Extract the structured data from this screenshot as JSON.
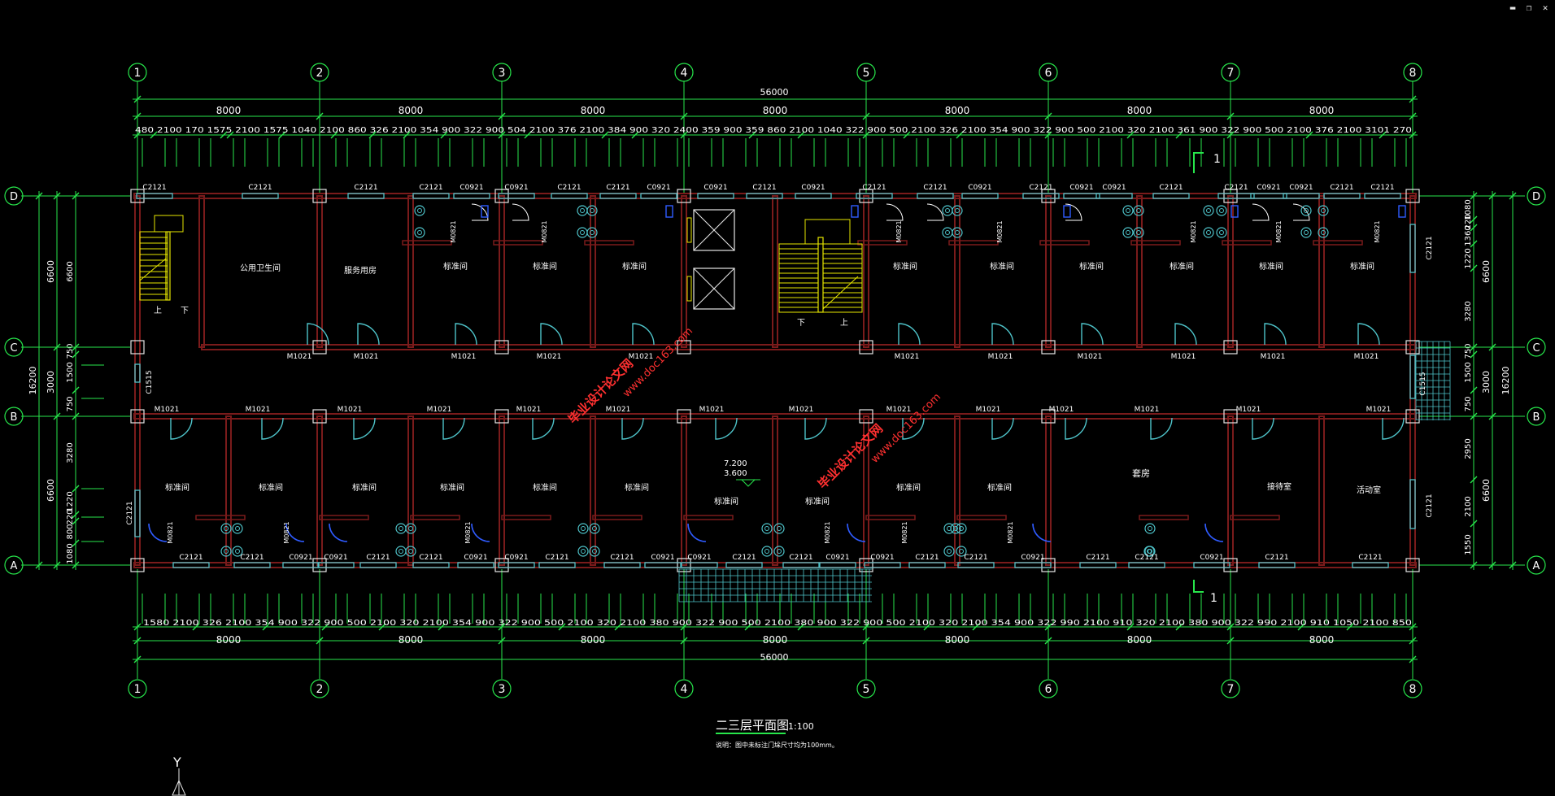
{
  "window": {
    "minimize_glyph": "▬",
    "restore_glyph": "❐",
    "close_glyph": "✕"
  },
  "colors": {
    "background": "#000000",
    "dim": "#27e64b",
    "axis": "#27e64b",
    "wall": "#7a1b1b",
    "window": "#4ec3c9",
    "text": "#ffffff",
    "column": "#e6e6e6",
    "watermark": "#ff3030"
  },
  "axes": {
    "columns": [
      "1",
      "2",
      "3",
      "4",
      "5",
      "6",
      "7",
      "8"
    ],
    "rows": [
      "D",
      "C",
      "B",
      "A"
    ]
  },
  "dimensions": {
    "overall_top": "56000",
    "overall_bottom": "56000",
    "bays_top": [
      "8000",
      "8000",
      "8000",
      "8000",
      "8000",
      "8000",
      "8000"
    ],
    "bays_bottom": [
      "8000",
      "8000",
      "8000",
      "8000",
      "8000",
      "8000",
      "8000"
    ],
    "detail_top": "480 2100 170 1575 2100 1575 1040 2100 860 326 2100 354 900 322 900 504 2100 376 2100 384 900 320 2400 359 900 359 860 2100 1040 322 900 500 2100 326 2100 354 900 322 900 500 2100 320 2100 361 900 322 900 500 2100 376 2100 3101 270",
    "detail_bottom": "1580 2100 326 2100 354 900 322 900 500 2100 320 2100 354 900 322 900 500 2100 320 2100 380 900 322 900 500 2100 380 900 322 900 500 2100 320 2100 354 900 322 990 2100 910 320 2100 380 900 322 990 2100 910 1050 2100 850",
    "left_outer": [
      "16200"
    ],
    "left_mid": [
      "6600",
      "3000",
      "6600"
    ],
    "left_inner": [
      "6600",
      "750",
      "1500",
      "750",
      "3280",
      "1220",
      "220",
      "800",
      "1080"
    ],
    "right_outer": [
      "16200"
    ],
    "right_mid": [
      "6600",
      "3000",
      "6600"
    ],
    "right_inner": [
      "1080",
      "220",
      "1360",
      "1220",
      "3280",
      "750",
      "1500",
      "750",
      "2950",
      "2100",
      "1550"
    ]
  },
  "window_tags": {
    "top": [
      "C2121",
      "C2121",
      "C2121",
      "C2121",
      "C0921",
      "C0921",
      "C2121",
      "C2121",
      "C0921",
      "C0921",
      "C2121",
      "C0921",
      "C2121",
      "C2121",
      "C0921",
      "C2121",
      "C0921",
      "C0921",
      "C2121",
      "C2121",
      "C0921",
      "C0921",
      "C2121",
      "C2121"
    ],
    "bottom": [
      "C2121",
      "C2121",
      "C0921",
      "C0921",
      "C2121",
      "C2121",
      "C0921",
      "C0921",
      "C2121",
      "C2121",
      "C0921",
      "C0921",
      "C2121",
      "C2121",
      "C0921",
      "C0921",
      "C2121",
      "C2121",
      "C0921",
      "C2121",
      "C2121",
      "C0921",
      "C2121",
      "C2121"
    ],
    "sides": [
      "C1515",
      "C2121",
      "C2121",
      "C2121",
      "C1515"
    ]
  },
  "door_tags": {
    "corridor_north": [
      "M1021",
      "M1021",
      "M1021",
      "M1021",
      "M1021",
      "M1021",
      "M1021",
      "M1021",
      "M1021",
      "M1021",
      "M1021"
    ],
    "corridor_south": [
      "M1021",
      "M1021",
      "M1021",
      "M1021",
      "M1021",
      "M1021",
      "M1021",
      "M1021",
      "M1021",
      "M1021",
      "M1021",
      "M1021",
      "M1021",
      "M1021"
    ],
    "bath": "M0821"
  },
  "rooms": {
    "public_toilet": "公用卫生间",
    "service_room": "服务用房",
    "standard": "标准间",
    "suite": "套房",
    "reception": "接待室",
    "activity": "活动室",
    "stair_up": "上",
    "stair_down": "下"
  },
  "elevation": {
    "upper": "7.200",
    "lower": "3.600"
  },
  "section_mark": "1",
  "drawing": {
    "title": "二三层平面图",
    "scale": "1:100",
    "note": "说明：图中未标注门垛尺寸均为100mm。"
  },
  "watermarks": {
    "line1": "毕业设计论文网",
    "line2": "www.doc163.com"
  },
  "ucs": {
    "y_label": "Y"
  }
}
